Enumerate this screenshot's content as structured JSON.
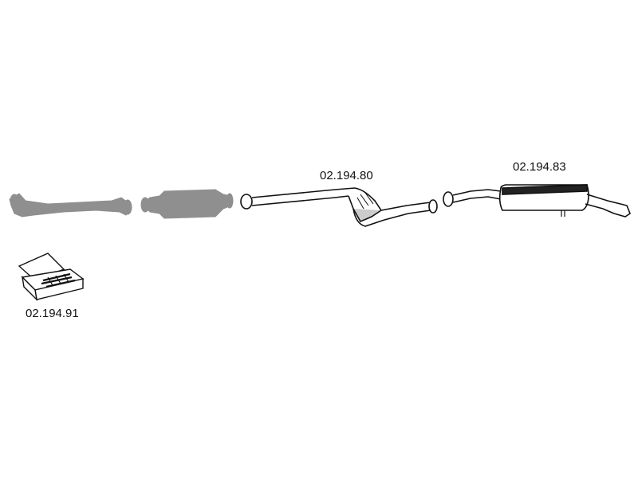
{
  "parts": [
    {
      "label": "02.194.80"
    },
    {
      "label": "02.194.83"
    },
    {
      "label": "02.194.91"
    }
  ],
  "colors": {
    "greyed_part": "#8f8f8f",
    "outline": "#111111",
    "background": "#ffffff"
  }
}
